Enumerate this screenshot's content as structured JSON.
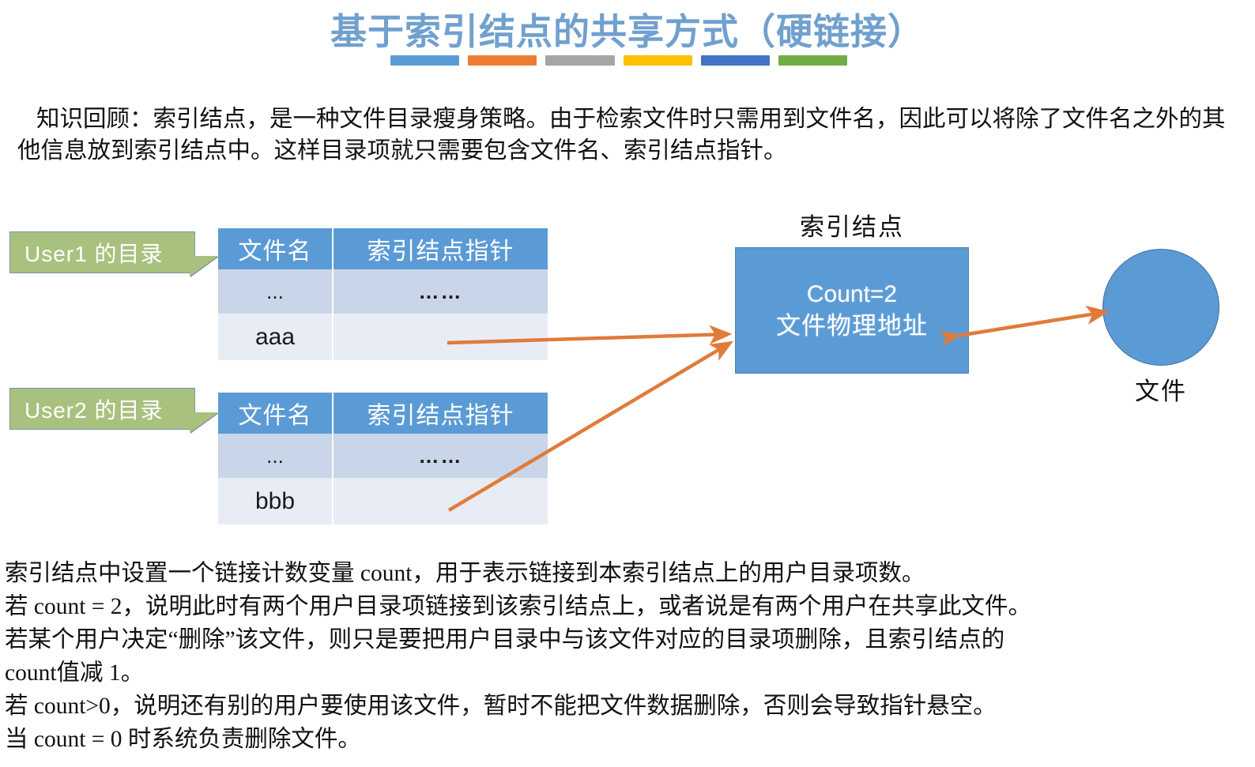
{
  "slide": {
    "title": "基于索引结点的共享方式（硬链接）",
    "title_color": "#70a0ce",
    "rule_colors": [
      "#5b9bd5",
      "#ed7d31",
      "#a5a5a5",
      "#ffc000",
      "#4472c4",
      "#70ad47"
    ],
    "intro": "知识回顾：索引结点，是一种文件目录瘦身策略。由于检索文件时只需用到文件名，因此可以将除了文件名之外的其他信息放到索引结点中。这样目录项就只需要包含文件名、索引结点指针。"
  },
  "diagram": {
    "callouts": [
      {
        "id": "user1",
        "label": "User1 的目录"
      },
      {
        "id": "user2",
        "label": "User2 的目录"
      }
    ],
    "tables": [
      {
        "id": "user1",
        "headers": [
          "文件名",
          "索引结点指针"
        ],
        "rows": [
          [
            "...",
            "……"
          ],
          [
            "aaa",
            ""
          ]
        ]
      },
      {
        "id": "user2",
        "headers": [
          "文件名",
          "索引结点指针"
        ],
        "rows": [
          [
            "...",
            "……"
          ],
          [
            "bbb",
            ""
          ]
        ]
      }
    ],
    "index_node": {
      "label": "索引结点",
      "count_text": "Count=2",
      "address_text": "文件物理地址",
      "fill": "#5b9bd5"
    },
    "file": {
      "label": "文件",
      "fill": "#5b9bd5"
    },
    "arrow_color": "#e07b39"
  },
  "explanation": {
    "lines": [
      "索引结点中设置一个链接计数变量 count，用于表示链接到本索引结点上的用户目录项数。",
      "若 count = 2，说明此时有两个用户目录项链接到该索引结点上，或者说是有两个用户在共享此文件。",
      "若某个用户决定“删除”该文件，则只是要把用户目录中与该文件对应的目录项删除，且索引结点的",
      "count值减 1。",
      "若 count>0，说明还有别的用户要使用该文件，暂时不能把文件数据删除，否则会导致指针悬空。",
      "当 count = 0 时系统负责删除文件。"
    ]
  }
}
